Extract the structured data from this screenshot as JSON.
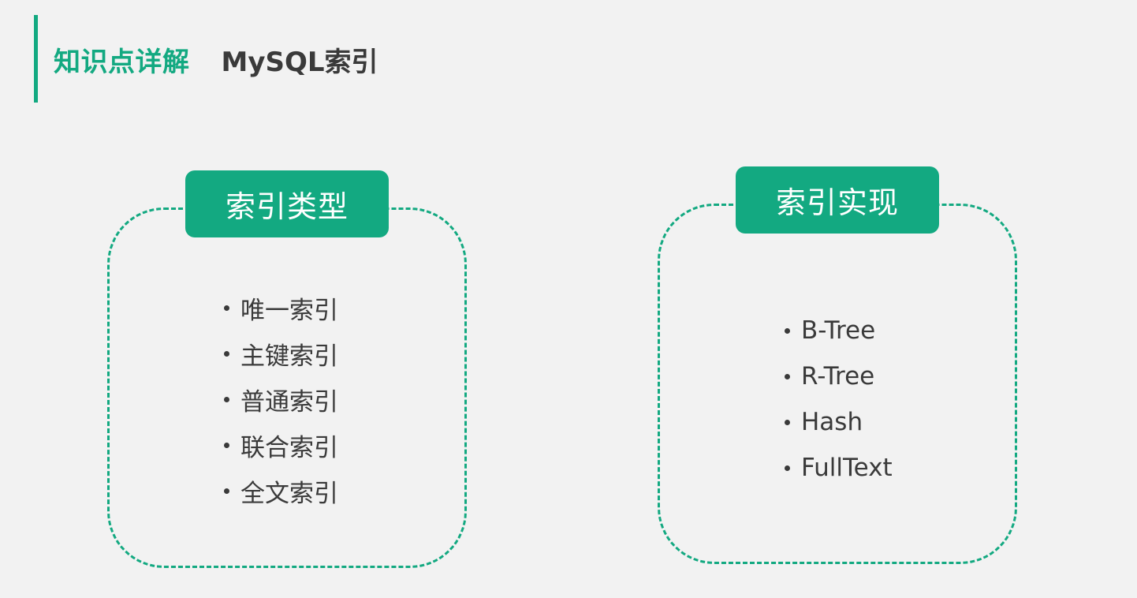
{
  "header": {
    "kicker": "知识点详解",
    "title": "MySQL索引"
  },
  "colors": {
    "accent": "#13a981",
    "text": "#3a3a3a",
    "background": "#f2f2f2"
  },
  "cards": [
    {
      "label": "索引类型",
      "items": [
        "唯一索引",
        "主键索引",
        "普通索引",
        "联合索引",
        "全文索引"
      ]
    },
    {
      "label": "索引实现",
      "items": [
        "B-Tree",
        "R-Tree",
        "Hash",
        "FullText"
      ]
    }
  ]
}
